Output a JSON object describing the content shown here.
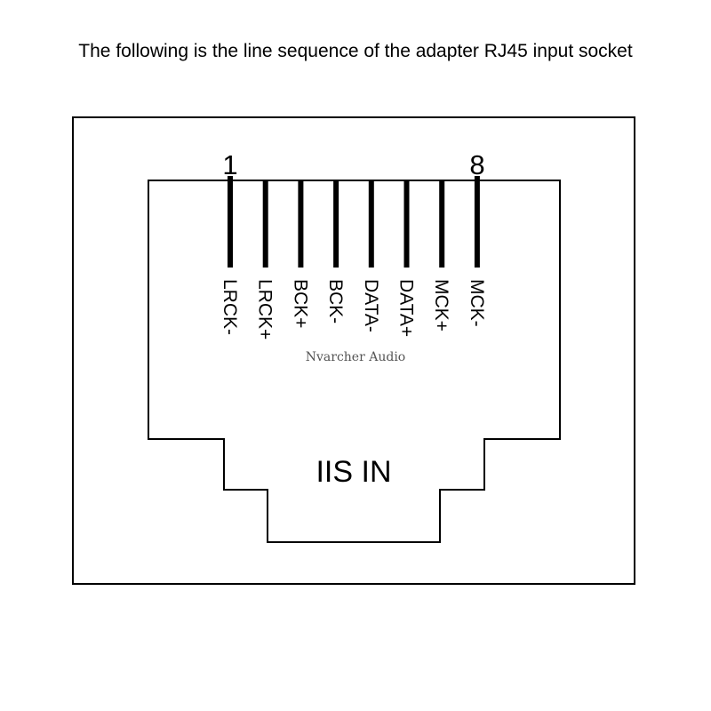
{
  "title": "The following is the line sequence of the adapter RJ45 input socket",
  "pin_numbers": {
    "first": "1",
    "last": "8"
  },
  "pins": [
    {
      "label": "LRCK-"
    },
    {
      "label": "LRCK+"
    },
    {
      "label": "BCK+"
    },
    {
      "label": "BCK-"
    },
    {
      "label": "DATA-"
    },
    {
      "label": "DATA+"
    },
    {
      "label": "MCK+"
    },
    {
      "label": "MCK-"
    }
  ],
  "watermark": "Nvarcher Audio",
  "port_label": "IIS IN",
  "colors": {
    "line": "#000000",
    "background": "#ffffff",
    "watermark": "#555555"
  }
}
